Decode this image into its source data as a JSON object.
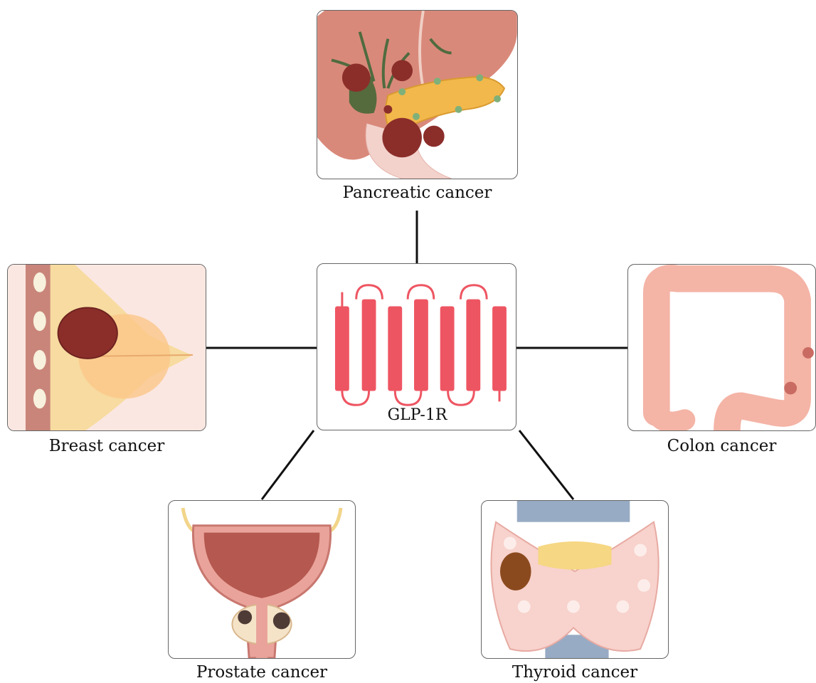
{
  "center": {
    "label": "GLP-1R"
  },
  "nodes": {
    "pancreatic": {
      "label": "Pancreatic cancer"
    },
    "breast": {
      "label": "Breast cancer"
    },
    "colon": {
      "label": "Colon cancer"
    },
    "prostate": {
      "label": "Prostate cancer"
    },
    "thyroid": {
      "label": "Thyroid cancer"
    }
  },
  "colors": {
    "receptor": "#ee5562",
    "tumor": "#8b2e2a",
    "liver": "#d9897a",
    "pancreas": "#f2b84b",
    "colon": "#f4b4a6",
    "bladder": "#b5584f",
    "thyroid": "#f8d2cc",
    "connector": "#111111"
  }
}
